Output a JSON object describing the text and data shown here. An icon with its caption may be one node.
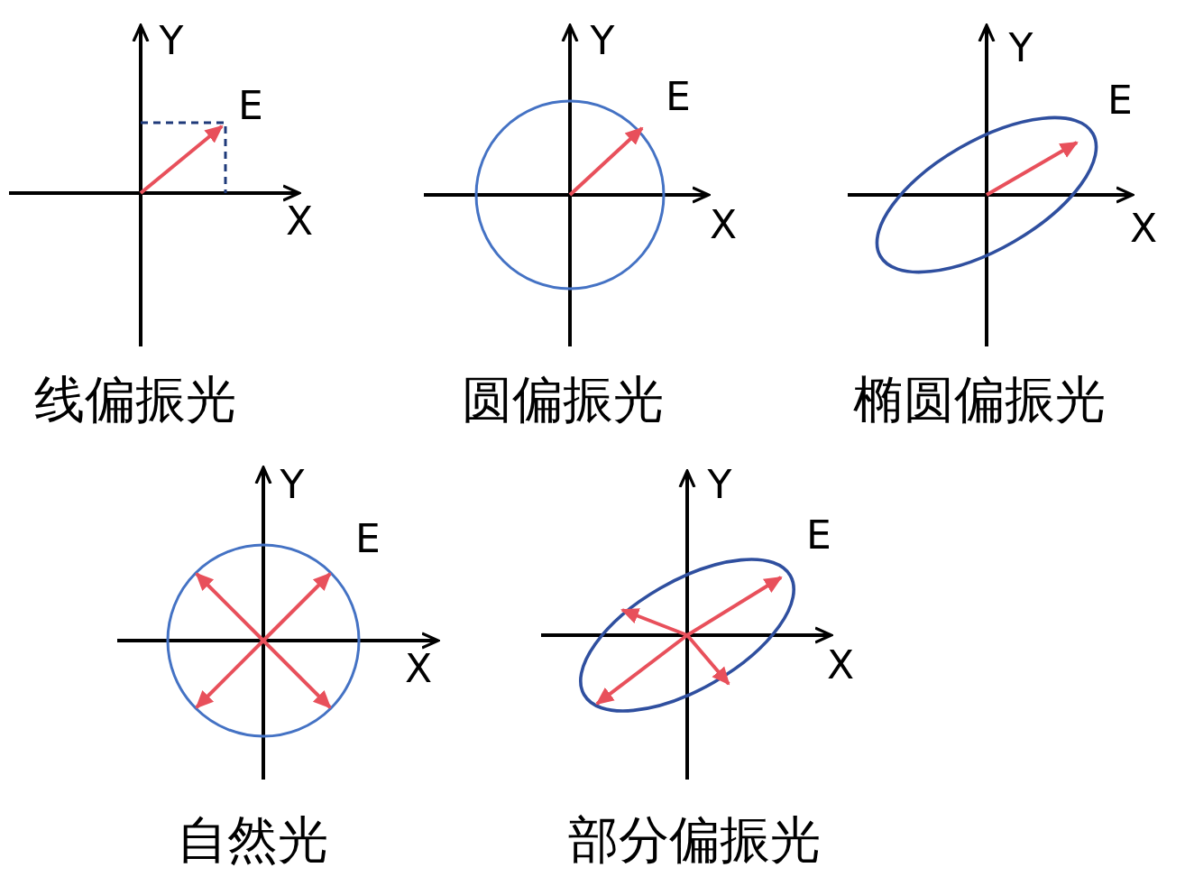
{
  "diagram": {
    "labels": [
      "Y",
      "E",
      "X",
      "线偏振光",
      "Y",
      "E",
      "X",
      "圆偏振光",
      "Y",
      "E",
      "X",
      "椭圆偏振光",
      "Y",
      "E",
      "X",
      "自然光",
      "Y",
      "E",
      "X",
      "部分偏振光"
    ]
  }
}
